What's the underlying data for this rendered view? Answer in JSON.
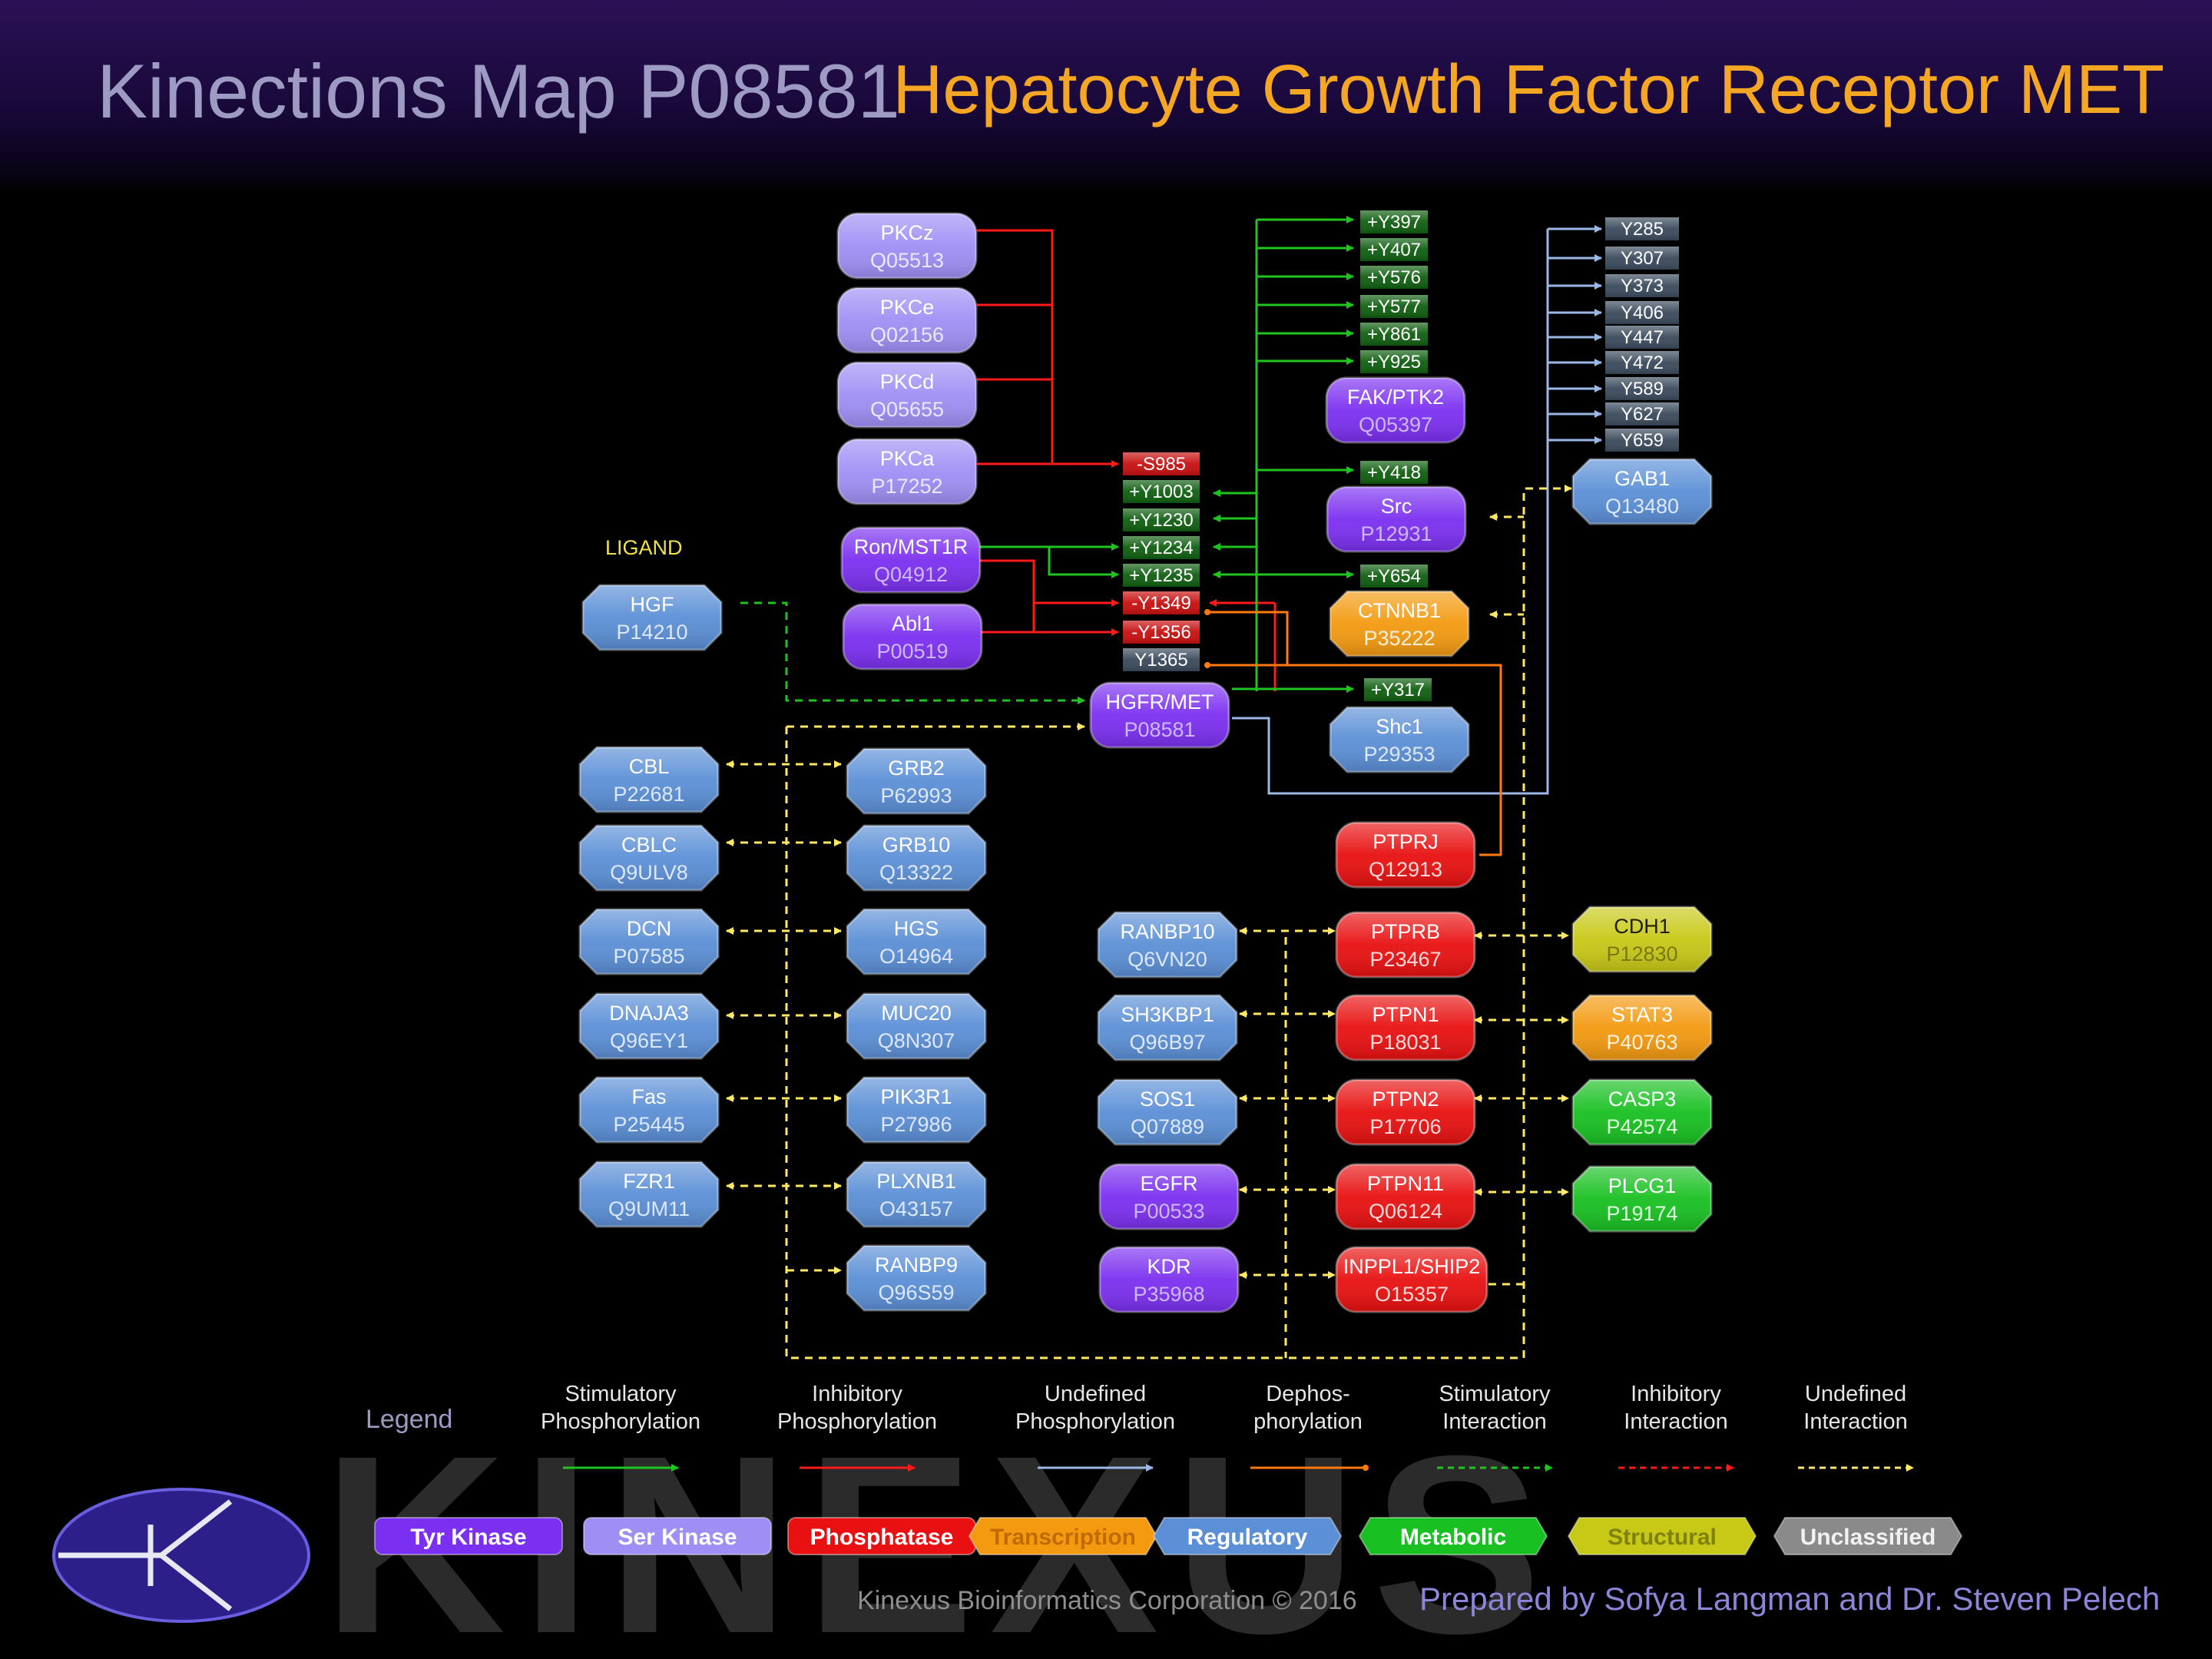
{
  "header": {
    "title": "Kinections Map P08581",
    "subtitle": "Hepatocyte Growth Factor Receptor MET"
  },
  "ligand_label": "LIGAND",
  "colors": {
    "tyr_kinase": "#7b2ff0",
    "ser_kinase": "#9f8ff5",
    "phosphatase": "#e81010",
    "transcription": "#f39a10",
    "regulatory": "#5b8fd6",
    "metabolic": "#18c021",
    "structural": "#c8c817",
    "unclassified": "#8a8a8a",
    "stim_phos": "#1fc41f",
    "inhib_phos": "#ff1a1a",
    "undef_phos": "#9ab7e6",
    "dephos": "#ff7a10",
    "interaction": "#ffe866"
  },
  "nodes": [
    {
      "id": "pkcz",
      "name": "PKCz",
      "acc": "Q05513",
      "type": "ser_kinase"
    },
    {
      "id": "pkce",
      "name": "PKCe",
      "acc": "Q02156",
      "type": "ser_kinase"
    },
    {
      "id": "pkcd",
      "name": "PKCd",
      "acc": "Q05655",
      "type": "ser_kinase"
    },
    {
      "id": "pkca",
      "name": "PKCa",
      "acc": "P17252",
      "type": "ser_kinase"
    },
    {
      "id": "ron",
      "name": "Ron/MST1R",
      "acc": "Q04912",
      "type": "tyr_kinase"
    },
    {
      "id": "abl1",
      "name": "Abl1",
      "acc": "P00519",
      "type": "tyr_kinase"
    },
    {
      "id": "hgf",
      "name": "HGF",
      "acc": "P14210",
      "type": "regulatory"
    },
    {
      "id": "met",
      "name": "HGFR/MET",
      "acc": "P08581",
      "type": "tyr_kinase"
    },
    {
      "id": "fak",
      "name": "FAK/PTK2",
      "acc": "Q05397",
      "type": "tyr_kinase"
    },
    {
      "id": "src",
      "name": "Src",
      "acc": "P12931",
      "type": "tyr_kinase"
    },
    {
      "id": "ctnnb1",
      "name": "CTNNB1",
      "acc": "P35222",
      "type": "transcription"
    },
    {
      "id": "shc1",
      "name": "Shc1",
      "acc": "P29353",
      "type": "regulatory"
    },
    {
      "id": "gab1",
      "name": "GAB1",
      "acc": "Q13480",
      "type": "regulatory"
    },
    {
      "id": "cbl",
      "name": "CBL",
      "acc": "P22681",
      "type": "regulatory"
    },
    {
      "id": "cblc",
      "name": "CBLC",
      "acc": "Q9ULV8",
      "type": "regulatory"
    },
    {
      "id": "dcn",
      "name": "DCN",
      "acc": "P07585",
      "type": "regulatory"
    },
    {
      "id": "dnaja3",
      "name": "DNAJA3",
      "acc": "Q96EY1",
      "type": "regulatory"
    },
    {
      "id": "fas",
      "name": "Fas",
      "acc": "P25445",
      "type": "regulatory"
    },
    {
      "id": "fzr1",
      "name": "FZR1",
      "acc": "Q9UM11",
      "type": "regulatory"
    },
    {
      "id": "grb2",
      "name": "GRB2",
      "acc": "P62993",
      "type": "regulatory"
    },
    {
      "id": "grb10",
      "name": "GRB10",
      "acc": "Q13322",
      "type": "regulatory"
    },
    {
      "id": "hgs",
      "name": "HGS",
      "acc": "O14964",
      "type": "regulatory"
    },
    {
      "id": "muc20",
      "name": "MUC20",
      "acc": "Q8N307",
      "type": "regulatory"
    },
    {
      "id": "pik3r1",
      "name": "PIK3R1",
      "acc": "P27986",
      "type": "regulatory"
    },
    {
      "id": "plxnb1",
      "name": "PLXNB1",
      "acc": "O43157",
      "type": "regulatory"
    },
    {
      "id": "ranbp9",
      "name": "RANBP9",
      "acc": "Q96S59",
      "type": "regulatory"
    },
    {
      "id": "ranbp10",
      "name": "RANBP10",
      "acc": "Q6VN20",
      "type": "regulatory"
    },
    {
      "id": "sh3kbp1",
      "name": "SH3KBP1",
      "acc": "Q96B97",
      "type": "regulatory"
    },
    {
      "id": "sos1",
      "name": "SOS1",
      "acc": "Q07889",
      "type": "regulatory"
    },
    {
      "id": "egfr",
      "name": "EGFR",
      "acc": "P00533",
      "type": "tyr_kinase"
    },
    {
      "id": "kdr",
      "name": "KDR",
      "acc": "P35968",
      "type": "tyr_kinase"
    },
    {
      "id": "ptprj",
      "name": "PTPRJ",
      "acc": "Q12913",
      "type": "phosphatase"
    },
    {
      "id": "ptprb",
      "name": "PTPRB",
      "acc": "P23467",
      "type": "phosphatase"
    },
    {
      "id": "ptpn1",
      "name": "PTPN1",
      "acc": "P18031",
      "type": "phosphatase"
    },
    {
      "id": "ptpn2",
      "name": "PTPN2",
      "acc": "P17706",
      "type": "phosphatase"
    },
    {
      "id": "ptpn11",
      "name": "PTPN11",
      "acc": "Q06124",
      "type": "phosphatase"
    },
    {
      "id": "inppl1",
      "name": "INPPL1/SHIP2",
      "acc": "O15357",
      "type": "phosphatase"
    },
    {
      "id": "cdh1",
      "name": "CDH1",
      "acc": "P12830",
      "type": "structural"
    },
    {
      "id": "stat3",
      "name": "STAT3",
      "acc": "P40763",
      "type": "transcription"
    },
    {
      "id": "casp3",
      "name": "CASP3",
      "acc": "P42574",
      "type": "metabolic"
    },
    {
      "id": "plcg1",
      "name": "PLCG1",
      "acc": "P19174",
      "type": "metabolic"
    }
  ],
  "met_sites": [
    {
      "label": "-S985",
      "kind": "inhib"
    },
    {
      "label": "+Y1003",
      "kind": "stim"
    },
    {
      "label": "+Y1230",
      "kind": "stim"
    },
    {
      "label": "+Y1234",
      "kind": "stim"
    },
    {
      "label": "+Y1235",
      "kind": "stim"
    },
    {
      "label": "-Y1349",
      "kind": "inhib"
    },
    {
      "label": "-Y1356",
      "kind": "inhib"
    },
    {
      "label": "Y1365",
      "kind": "undef"
    }
  ],
  "fak_sites": [
    "+Y397",
    "+Y407",
    "+Y576",
    "+Y577",
    "+Y861",
    "+Y925"
  ],
  "gab1_sites": [
    "Y285",
    "Y307",
    "Y373",
    "Y406",
    "Y447",
    "Y472",
    "Y589",
    "Y627",
    "Y659"
  ],
  "src_site": "+Y418",
  "ctnnb1_site": "+Y654",
  "shc1_site": "+Y317",
  "legend": {
    "title": "Legend",
    "arrows": [
      {
        "line1": "Stimulatory",
        "line2": "Phosphorylation",
        "kind": "stim_phos"
      },
      {
        "line1": "Inhibitory",
        "line2": "Phosphorylation",
        "kind": "inhib_phos"
      },
      {
        "line1": "Undefined",
        "line2": "Phosphorylation",
        "kind": "undef_phos"
      },
      {
        "line1": "Dephos-",
        "line2": "phorylation",
        "kind": "dephos"
      },
      {
        "line1": "Stimulatory",
        "line2": "Interaction",
        "kind": "stim_int"
      },
      {
        "line1": "Inhibitory",
        "line2": "Interaction",
        "kind": "inhib_int"
      },
      {
        "line1": "Undefined",
        "line2": "Interaction",
        "kind": "undef_int"
      }
    ],
    "boxes": [
      {
        "label": "Tyr Kinase",
        "type": "tyr_kinase"
      },
      {
        "label": "Ser Kinase",
        "type": "ser_kinase"
      },
      {
        "label": "Phosphatase",
        "type": "phosphatase"
      },
      {
        "label": "Transcription",
        "type": "transcription"
      },
      {
        "label": "Regulatory",
        "type": "regulatory"
      },
      {
        "label": "Metabolic",
        "type": "metabolic"
      },
      {
        "label": "Structural",
        "type": "structural"
      },
      {
        "label": "Unclassified",
        "type": "unclassified"
      }
    ]
  },
  "footer": {
    "watermark": "KINEXUS",
    "copyright": "Kinexus Bioinformatics Corporation © 2016",
    "credit": "Prepared by Sofya Langman and Dr. Steven Pelech"
  }
}
